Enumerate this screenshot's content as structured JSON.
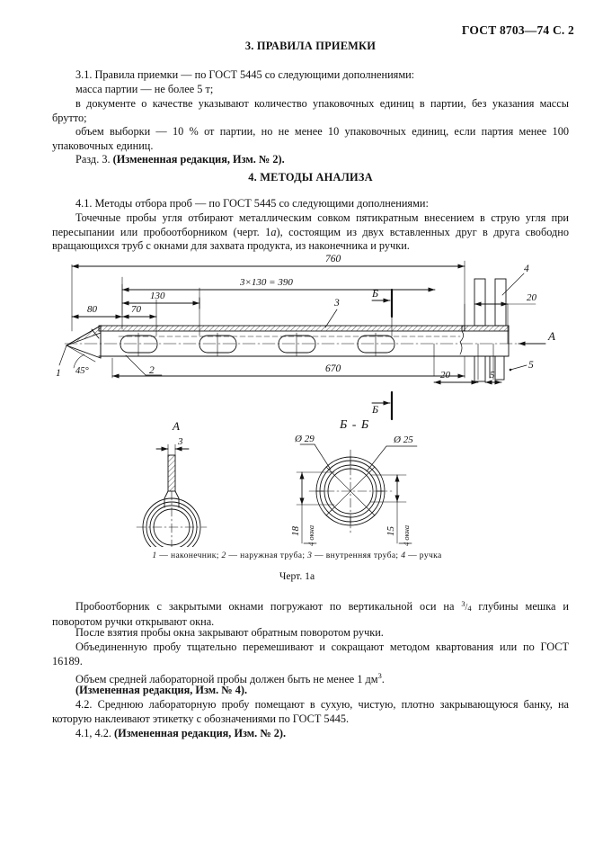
{
  "header": {
    "standard_ref": "ГОСТ 8703—74 С. 2"
  },
  "sections": {
    "s3_title": "3.  ПРАВИЛА ПРИЕМКИ",
    "s3_p1": "3.1.  Правила приемки — по ГОСТ 5445 со следующими дополнениями:",
    "s3_p2": "масса партии — не более 5 т;",
    "s3_p3": "в документе о качестве указывают количество упаковочных единиц в партии, без указания массы брутто;",
    "s3_p4": "объем выборки — 10 % от партии, но не менее 10 упаковочных единиц, если партия менее 100 упаковочных единиц.",
    "s3_p5_plain": "Разд. 3. ",
    "s3_p5_bold": "(Измененная редакция, Изм. № 2).",
    "s4_title": "4.  МЕТОДЫ АНАЛИЗА",
    "s4_p1": "4.1.  Методы отбора проб — по ГОСТ 5445 со следующими дополнениями:",
    "s4_p2_a": "Точечные пробы угля отбирают металлическим совком пятикратным внесением в струю угля при пересыпании или пробоотборником (черт. 1",
    "s4_p2_italic": "а",
    "s4_p2_b": "), состоящим из двух вставленных друг в друга свободно вращающихся труб с окнами для захвата продукта, из наконечника и ручки.",
    "s4_p3_a": "Пробоотборник с закрытыми окнами погружают по вертикальной оси на ",
    "s4_p3_frac_n": "3",
    "s4_p3_frac_d": "4",
    "s4_p3_b": " глубины мешка и поворотом ручки открывают окна.",
    "s4_p4": "После взятия пробы окна закрывают обратным поворотом ручки.",
    "s4_p5": "Объединенную пробу тщательно перемешивают и сокращают методом квартования или по ГОСТ 16189.",
    "s4_p6_a": "Объем средней лабораторной пробы должен быть не менее 1 дм",
    "s4_p6_sup": "3",
    "s4_p6_b": ".",
    "s4_p7_bold": "(Измененная редакция, Изм. № 4).",
    "s4_p8": "4.2.  Среднюю лабораторную пробу помещают в сухую, чистую, плотно закрывающуюся банку, на которую наклеивают этикетку с обозначениями по ГОСТ 5445.",
    "s4_p9_plain": "4.1, 4.2. ",
    "s4_p9_bold": "(Измененная редакция, Изм. № 2)."
  },
  "figure": {
    "caption_parts": [
      {
        "num": "1",
        "text": " — наконечник;"
      },
      {
        "num": "2",
        "text": " — наружная труба;"
      },
      {
        "num": "3",
        "text": " — внутренняя труба;"
      },
      {
        "num": "4",
        "text": " — ручка"
      }
    ],
    "caption_number": "Черт. 1а",
    "dimensions": {
      "total_length": "760",
      "spacing_chain": "3×130 = 390",
      "window_pitch": "130",
      "window_length": "70",
      "tip_offset": "80",
      "body_length": "670",
      "handle_offset_20a": "20",
      "handle_offset_20b": "20",
      "handle_thk_5a": "5",
      "handle_thk_5b": "5",
      "tip_angle": "45°",
      "handle_width_3": "3",
      "outer_dia": "Ø 29",
      "inner_dia": "Ø 25",
      "outer_window": "18",
      "outer_window_count": "4 окна",
      "inner_window": "15",
      "inner_window_count": "4 окна"
    },
    "part_labels": {
      "p1": "1",
      "p2": "2",
      "p3": "3",
      "p4": "4",
      "p5a": "5",
      "p5b": "5"
    },
    "view_labels": {
      "view_a_top": "A",
      "view_a_arrow": "A",
      "section_b_top": "Б",
      "section_b_bottom": "Б",
      "section_bb": "Б - Б"
    }
  }
}
